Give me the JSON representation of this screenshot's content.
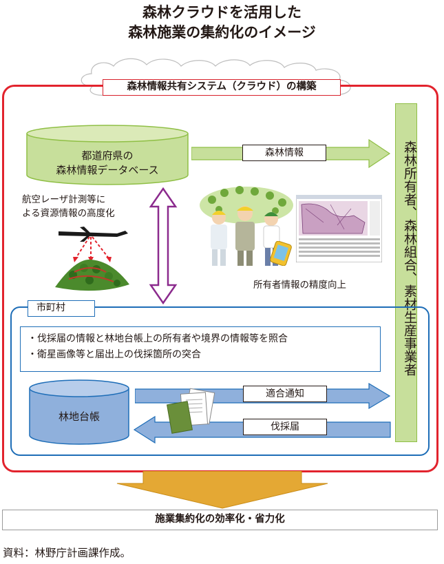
{
  "title_lines": [
    "森林クラウドを活用した",
    "森林施業の集約化のイメージ"
  ],
  "cloud_label": "森林情報共有システム（クラウド）の構築",
  "prefecture_db": {
    "line1": "都道府県の",
    "line2": "森林情報データベース"
  },
  "forest_info_arrow": "森林情報",
  "owners_box": "森林所有者、森林組合、素材生産事業者",
  "laser_caption": {
    "line1": "航空レーザ計測等に",
    "line2": "よる資源情報の高度化"
  },
  "owner_precision_caption": "所有者情報の精度向上",
  "municipality_label": "市町村",
  "municipality_info": [
    "・伐採届の情報と林地台帳上の所有者や境界の情報等を照合",
    "・衛星画像等と届出上の伐採箇所の突合"
  ],
  "ledger_db": "林地台帳",
  "conformity_notice_arrow": "適合通知",
  "felling_notice_arrow": "伐採届",
  "result": "施業集約化の効率化・省力化",
  "source": "資料：林野庁計画課作成。",
  "colors": {
    "red_frame": "#e2232d",
    "blue_frame": "#1d6db7",
    "green_db": "#c7df9b",
    "blue_db": "#8fb0dc",
    "purple_arrow": "#8b2a8d",
    "orange_arrow": "#e4a834"
  },
  "icons": [
    "cloud-icon",
    "airplane-icon",
    "forest-terrain-icon",
    "people-icon",
    "map-screen-icon",
    "tablet-icon",
    "documents-icon"
  ]
}
